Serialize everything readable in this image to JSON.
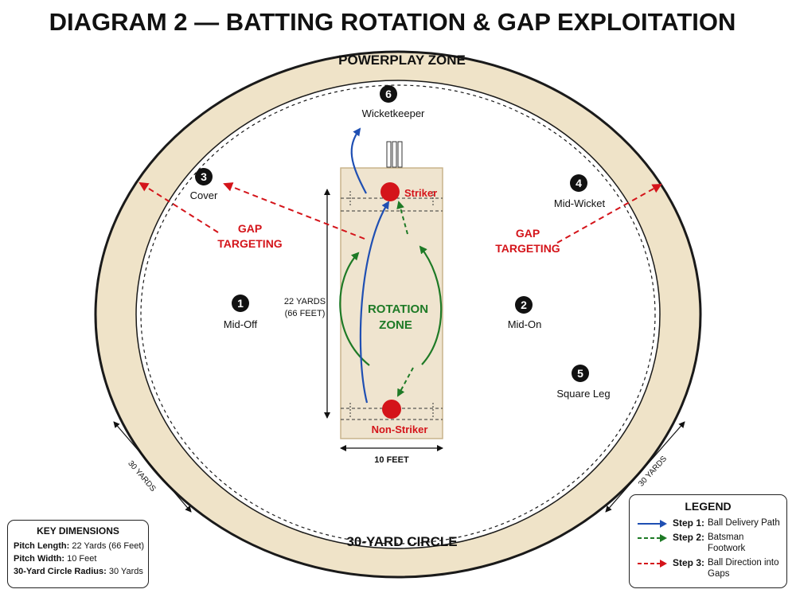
{
  "title": "DIAGRAM 2 — BATTING ROTATION & GAP EXPLOITATION",
  "outer_ring_label": "POWERPLAY ZONE",
  "inner_circle_label": "30-YARD CIRCLE",
  "positions": [
    {
      "number": "1",
      "name": "Mid-Off"
    },
    {
      "number": "2",
      "name": "Mid-On"
    },
    {
      "number": "3",
      "name": "Cover"
    },
    {
      "number": "4",
      "name": "Mid-Wicket"
    },
    {
      "number": "5",
      "name": "Square Leg"
    },
    {
      "number": "6",
      "name": "Wicketkeeper"
    }
  ],
  "gap_labels": {
    "line1": "GAP",
    "line2": "TARGETING"
  },
  "rotation_zone": {
    "line1": "ROTATION",
    "line2": "ZONE"
  },
  "batters": {
    "striker": "Striker",
    "non_striker": "Non-Striker"
  },
  "pitch_length_label": {
    "line1": "22 YARDS",
    "line2": "(66 FEET)"
  },
  "pitch_width_label": "10 FEET",
  "radius_label": "30 YARDS",
  "key_dimensions": {
    "title": "KEY DIMENSIONS",
    "rows": [
      {
        "label": "Pitch Length:",
        "value": "22 Yards (66 Feet)"
      },
      {
        "label": "Pitch Width:",
        "value": "10 Feet"
      },
      {
        "label": "30-Yard Circle Radius:",
        "value": "30 Yards"
      }
    ]
  },
  "legend": {
    "title": "LEGEND",
    "items": [
      {
        "step": "Step 1:",
        "desc": "Ball Delivery Path",
        "color": "#1f4fb3",
        "style": "solid"
      },
      {
        "step": "Step 2:",
        "desc": "Batsman Footwork",
        "color": "#1e7a26",
        "style": "dashed"
      },
      {
        "step": "Step 3:",
        "desc": "Ball Direction into Gaps",
        "color": "#d4141a",
        "style": "dashed"
      }
    ]
  },
  "colors": {
    "delivery": "#1f4fb3",
    "footwork": "#1e7a26",
    "gap": "#d4141a",
    "ring": "#efe3c8",
    "pitch": "#efe4cf",
    "batter": "#d4141a"
  }
}
